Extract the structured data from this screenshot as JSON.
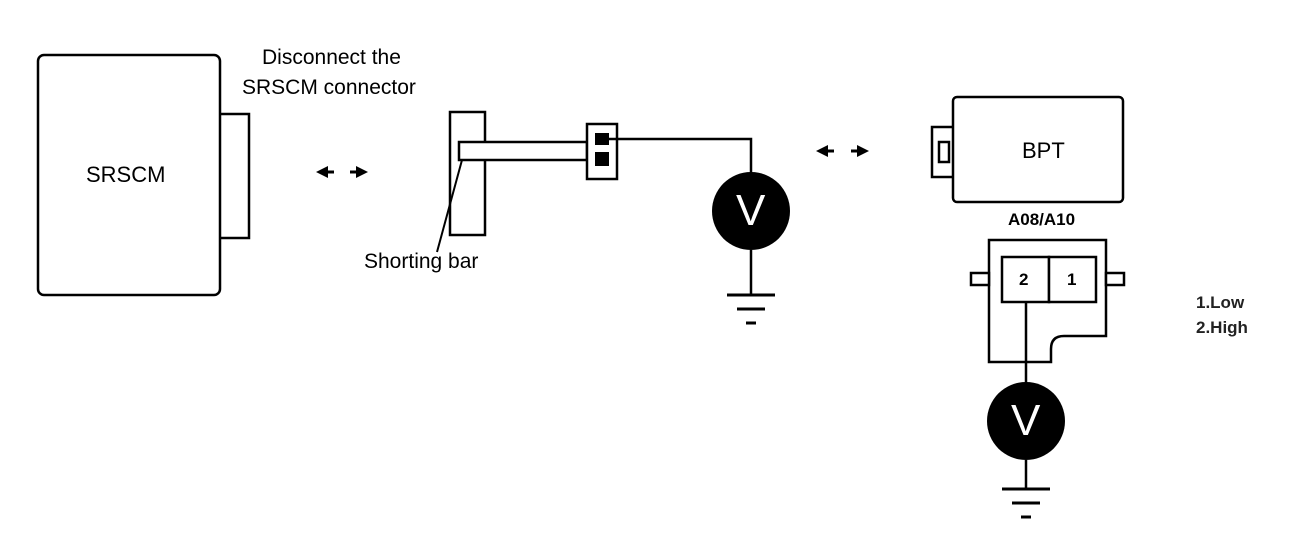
{
  "instruction": {
    "line1": "Disconnect the",
    "line2": "SRSCM connector"
  },
  "srscm": {
    "label": "SRSCM"
  },
  "shorting_bar": {
    "label": "Shorting bar"
  },
  "bpt": {
    "label": "BPT"
  },
  "connector": {
    "label": "A08/A10",
    "pins": [
      {
        "number": "2"
      },
      {
        "number": "1"
      }
    ]
  },
  "meter": {
    "symbol": "V"
  },
  "legend": {
    "items": [
      "1.Low",
      "2.High"
    ]
  }
}
